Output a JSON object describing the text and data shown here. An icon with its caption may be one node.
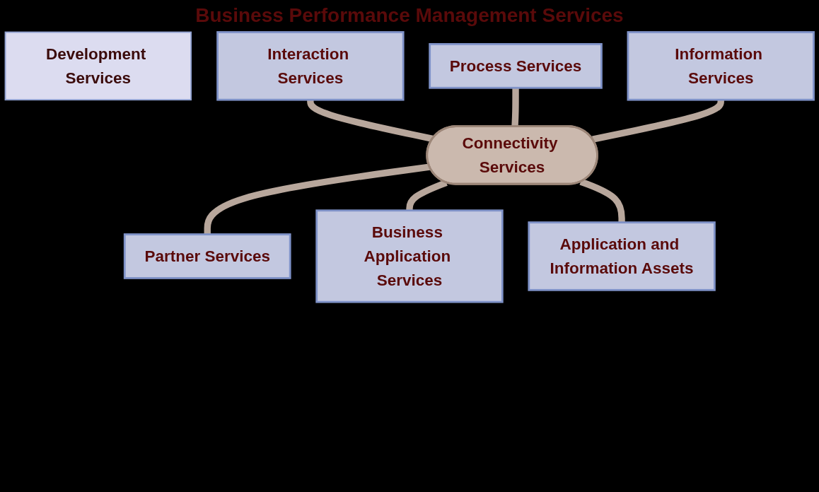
{
  "diagram": {
    "nodes": [
      {
        "text": [
          "Development Services"
        ]
      },
      {
        "text": [
          "Interaction Services"
        ]
      },
      {
        "text": [
          "Process Services"
        ]
      },
      {
        "text": [
          "Information Services"
        ]
      },
      {
        "text": [
          "Connectivity Services"
        ]
      },
      {
        "text": [
          "Partner Services"
        ]
      },
      {
        "text": [
          "Business Application Services"
        ]
      },
      {
        "text": [
          "Application and Information Assets"
        ]
      }
    ],
    "edges": [
      {
        "from": 1,
        "to": 4,
        "arrow": "none"
      },
      {
        "from": 2,
        "to": 4,
        "arrow": "none"
      },
      {
        "from": 3,
        "to": 4,
        "arrow": "none"
      },
      {
        "from": 4,
        "to": 5,
        "arrow": "none"
      },
      {
        "from": 4,
        "to": 6,
        "arrow": "none"
      },
      {
        "from": 4,
        "to": 7,
        "arrow": "none"
      }
    ],
    "labels": [
      "Business Performance Management Services"
    ]
  }
}
